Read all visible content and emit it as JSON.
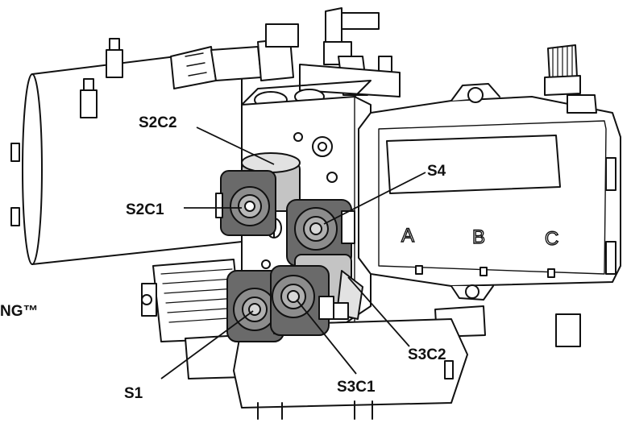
{
  "callouts": {
    "s2c2": "S2C2",
    "s2c1": "S2C1",
    "s4": "S4",
    "s1": "S1",
    "s3c1": "S3C1",
    "s3c2": "S3C2"
  },
  "cover_marks": {
    "a": "A",
    "b": "B",
    "c": "C"
  },
  "edge_text": "NG™",
  "colors": {
    "line": "#111111",
    "coil_dark": "#5a5a5a",
    "coil_mid": "#8a8a8a",
    "coil_light": "#c4c4c4",
    "body": "#ffffff"
  }
}
